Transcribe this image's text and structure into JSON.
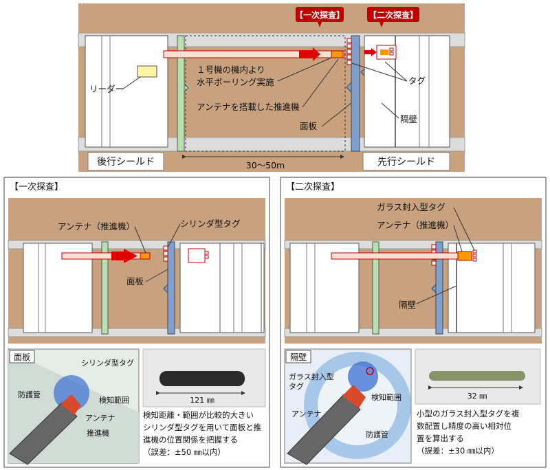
{
  "top": {
    "tag_primary": "【一次探査】",
    "tag_secondary": "【二次探査】",
    "label_reader": "リーダー",
    "label_boring_1": "１号機の機内より",
    "label_boring_2": "水平ボーリング実施",
    "label_antenna_propulsion": "アンテナを搭載した推進機",
    "label_face_plate": "面板",
    "label_tag": "タグ",
    "label_bulkhead": "隔壁",
    "label_distance": "30～50m",
    "label_rear_shield": "後行シールド",
    "label_front_shield": "先行シールド"
  },
  "panel_primary": {
    "title": "【一次探査】",
    "label_antenna": "アンテナ（推進機）",
    "label_cylinder_tag": "シリンダ型タグ",
    "label_face_plate": "面板",
    "photo_left_title": "面板",
    "photo_left_labels": {
      "cylinder_tag": "シリンダ型タグ",
      "protective_pipe": "防護管",
      "detection_range": "検知範囲",
      "antenna": "アンテナ",
      "propulsion": "推進機"
    },
    "photo_right_dimension": "121 ㎜",
    "note_lines": [
      "検知距離・範囲が比較的大きい",
      "シリンダ型タグを用いて面板と推",
      "進機の位置関係を把握する",
      "（誤差：±50 ㎜以内）"
    ]
  },
  "panel_secondary": {
    "title": "【二次探査】",
    "label_glass_tag": "ガラス封入型タグ",
    "label_antenna": "アンテナ（推進機）",
    "label_bulkhead": "隔壁",
    "photo_left_title": "隔壁",
    "photo_left_labels": {
      "glass_tag_1": "ガラス封入型",
      "glass_tag_2": "タグ",
      "detection_range": "検知範囲",
      "antenna": "アンテナ",
      "protective_pipe": "防護管"
    },
    "photo_right_dimension": "32 ㎜",
    "note_lines": [
      "小型のガラス封入型タグを複",
      "数配置し精度の高い相対位",
      "置を算出する",
      "（誤差：±30 ㎜以内）"
    ]
  },
  "colors": {
    "soil": "#c8a27e",
    "tag_red": "#c00000",
    "arrow_red": "#e00000",
    "plate_blue": "#7f9fcf",
    "ring_green": "#b9e0b0",
    "orange": "#ff9900"
  }
}
